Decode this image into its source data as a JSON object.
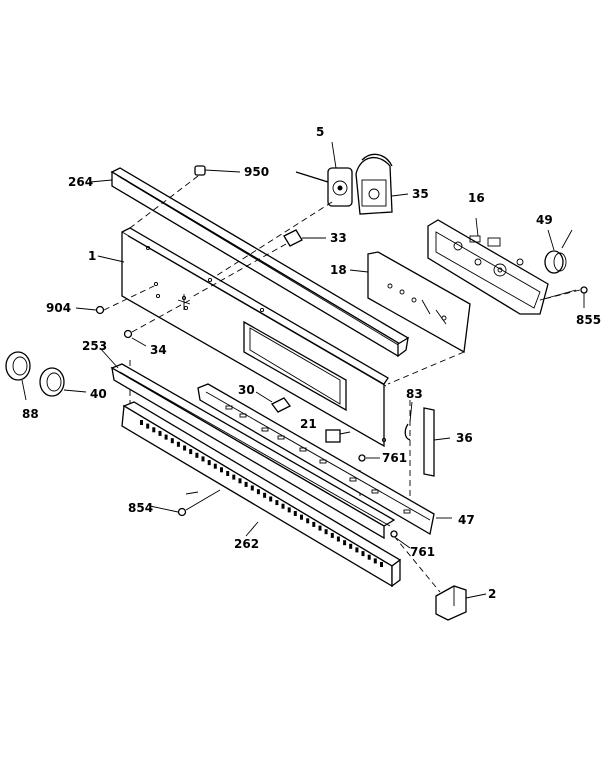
{
  "labels": {
    "p264": "264",
    "p950": "950",
    "p5": "5",
    "p35": "35",
    "p16": "16",
    "p49": "49",
    "p33": "33",
    "p1": "1",
    "p18": "18",
    "p904": "904",
    "p855": "855",
    "p34": "34",
    "p253": "253",
    "p88": "88",
    "p40": "40",
    "p30": "30",
    "p83": "83",
    "p21": "21",
    "p36": "36",
    "p761a": "761",
    "p854": "854",
    "p47": "47",
    "p262": "262",
    "p761b": "761",
    "p2": "2"
  }
}
